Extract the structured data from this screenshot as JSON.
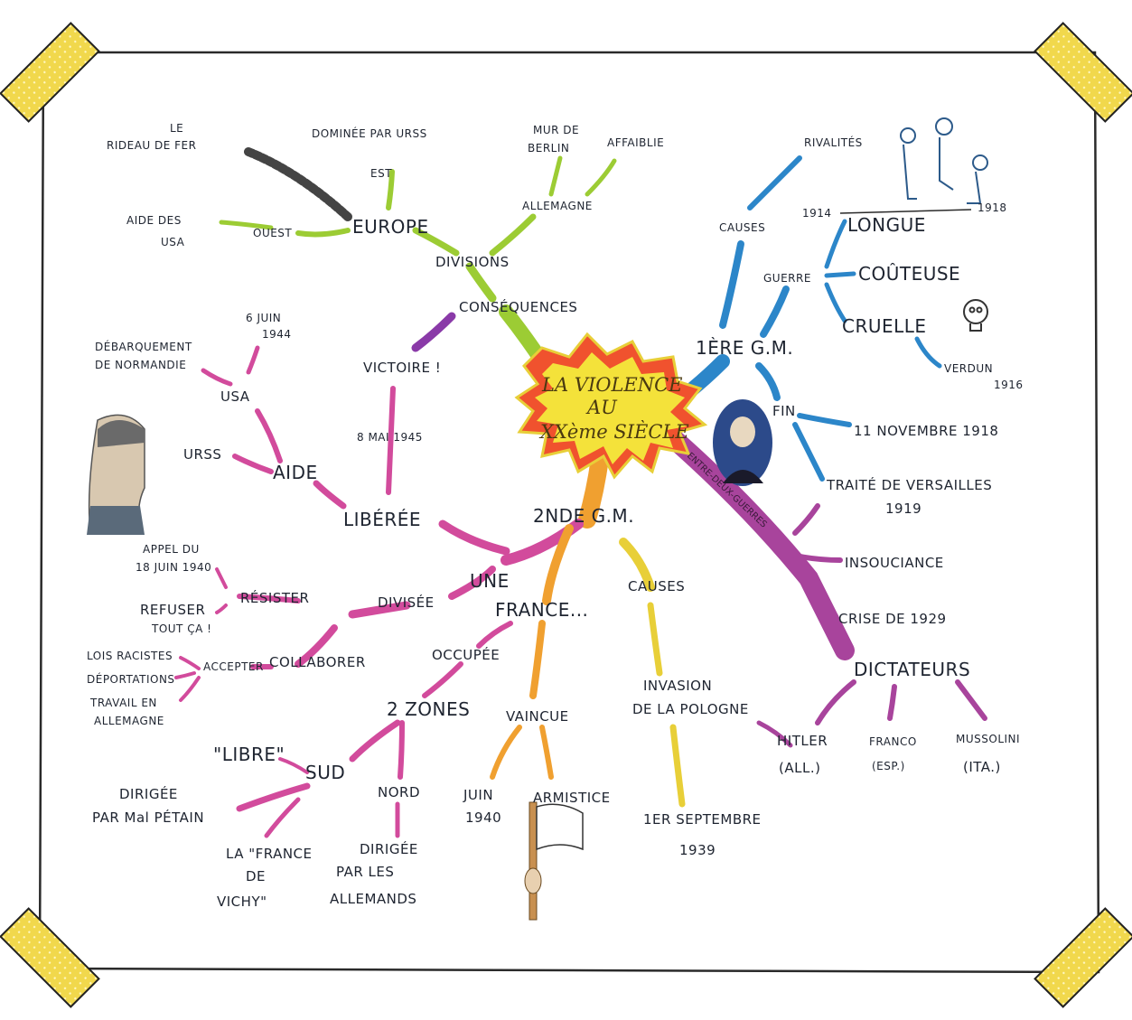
{
  "colors": {
    "tape": "#f1d84c",
    "paper": "#ffffff",
    "outline": "#2a2a2a",
    "green": "#9ccc34",
    "blue": "#2c86c9",
    "pink": "#d24b9c",
    "violet": "#8a3aa8",
    "orange": "#f0a030",
    "yellow": "#e8cf38",
    "burst": "#f0522e"
  },
  "center": {
    "line1": "LA VIOLENCE",
    "line2": "AU",
    "line3": "XXème SIÈCLE"
  },
  "nodes": {
    "consequences": "CONSÉQUENCES",
    "divisions": "DIVISIONS",
    "europe": "EUROPE",
    "est": "EST",
    "ouest": "OUEST",
    "dominee_urss": "DOMINÉE PAR URSS",
    "rideau_le": "LE",
    "rideau": "RIDEAU DE FER",
    "aide_usa_1": "AIDE DES",
    "aide_usa_2": "USA",
    "allemagne": "ALLEMAGNE",
    "mur_1": "MUR DE",
    "mur_2": "BERLIN",
    "affaiblie": "AFFAIBLIE",
    "victoire": "VICTOIRE !",
    "mai1945": "8 MAI 1945",
    "liberee": "LIBÉRÉE",
    "aide": "AIDE",
    "urss": "URSS",
    "usa": "USA",
    "debarquement_1": "DÉBARQUEMENT",
    "debarquement_2": "DE NORMANDIE",
    "juin1944_1": "6 JUIN",
    "juin1944_2": "1944",
    "ww1": "1ÈRE G.M.",
    "causes_ww1": "CAUSES",
    "rivalites": "RIVALITÉS",
    "guerre": "GUERRE",
    "longue": "LONGUE",
    "y1914": "1914",
    "y1918": "1918",
    "couteuse": "COÛTEUSE",
    "cruelle": "CRUELLE",
    "verdun_1": "VERDUN",
    "verdun_2": "1916",
    "fin": "FIN",
    "armistice1918": "11 NOVEMBRE 1918",
    "versailles_1": "TRAITÉ DE VERSAILLES",
    "versailles_2": "1919",
    "entre_deux": "ENTRE-DEUX-GUERRES",
    "insouciance": "INSOUCIANCE",
    "crise": "CRISE DE 1929",
    "dictateurs": "DICTATEURS",
    "hitler_1": "HITLER",
    "hitler_2": "(ALL.)",
    "franco_1": "FRANCO",
    "franco_2": "(ESP.)",
    "mussolini_1": "MUSSOLINI",
    "mussolini_2": "(ITA.)",
    "ww2": "2NDE G.M.",
    "causes_ww2": "CAUSES",
    "pologne_1": "INVASION",
    "pologne_2": "DE LA POLOGNE",
    "sept1939_1": "1ER SEPTEMBRE",
    "sept1939_2": "1939",
    "une": "UNE",
    "france": "FRANCE...",
    "vaincue": "VAINCUE",
    "juin1940_1": "JUIN",
    "juin1940_2": "1940",
    "armistice": "ARMISTICE",
    "occupee": "OCCUPÉE",
    "zones": "2 ZONES",
    "nord": "NORD",
    "allemands_1": "DIRIGÉE",
    "allemands_2": "PAR LES",
    "allemands_3": "ALLEMANDS",
    "sud": "SUD",
    "libre": "\"LIBRE\"",
    "petain_1": "DIRIGÉE",
    "petain_2": "PAR Mal PÉTAIN",
    "vichy_1": "LA \"FRANCE",
    "vichy_2": "DE",
    "vichy_3": "VICHY\"",
    "divisee": "DIVISÉE",
    "resister": "RÉSISTER",
    "appel_1": "APPEL DU",
    "appel_2": "18 JUIN 1940",
    "refuser_1": "REFUSER",
    "refuser_2": "TOUT ÇA !",
    "collaborer": "COLLABORER",
    "accepter": "ACCEPTER",
    "lois_racistes": "LOIS RACISTES",
    "deportations": "DÉPORTATIONS",
    "travail_1": "TRAVAIL EN",
    "travail_2": "ALLEMAGNE"
  }
}
